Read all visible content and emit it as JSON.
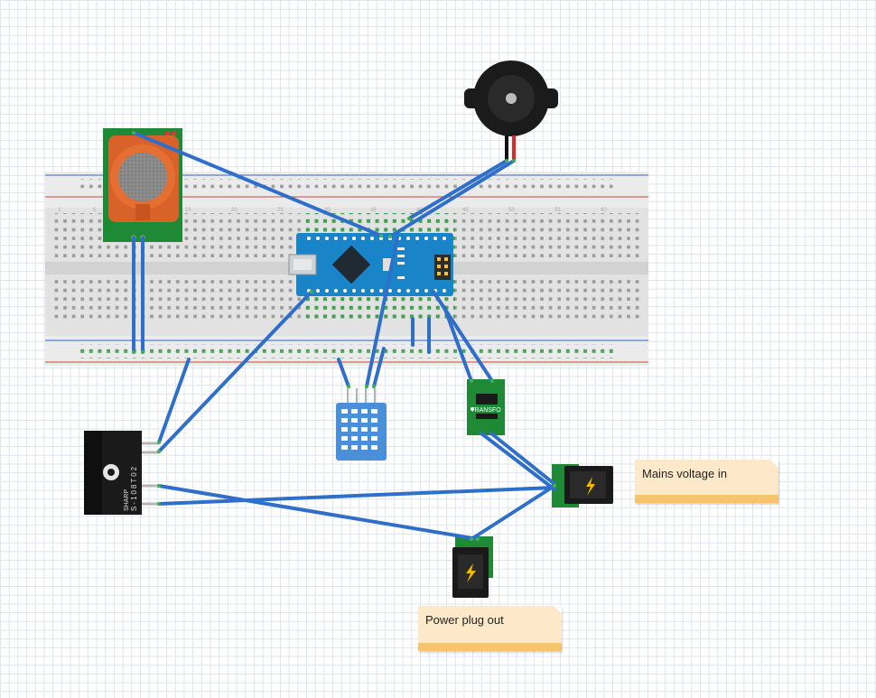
{
  "diagram": {
    "notes": {
      "mains": "Mains voltage in",
      "plug": "Power plug out"
    },
    "labels": {
      "transformer": "TRANSFO",
      "sharp_brand": "SHARP",
      "sharp_model": "S-108T02",
      "breadboard_cols": [
        "1",
        "5",
        "10",
        "15",
        "20",
        "25",
        "30",
        "35",
        "40",
        "45",
        "50",
        "55",
        "60"
      ]
    },
    "colors": {
      "wire": "#2f6fca",
      "pcb_green": "#1e8a36",
      "arduino_blue": "#1a84c8",
      "sensor_orange": "#d9622a",
      "dht_blue": "#4a90d9",
      "rail_red": "#d94040",
      "rail_blue": "#3a5fcf",
      "note_fill": "#fde9c9",
      "note_edge": "#f6c46c"
    }
  }
}
